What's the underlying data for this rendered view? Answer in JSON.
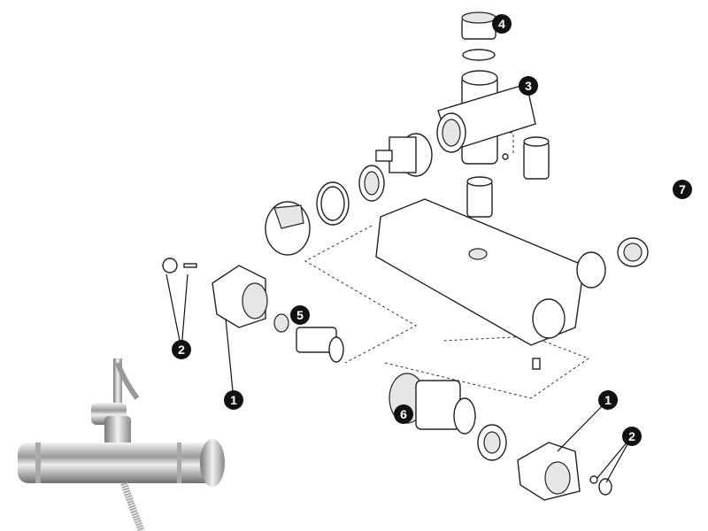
{
  "diagram": {
    "callouts": [
      {
        "id": "c4",
        "label": "4"
      },
      {
        "id": "c3",
        "label": "3"
      },
      {
        "id": "c7",
        "label": "7"
      },
      {
        "id": "c5",
        "label": "5"
      },
      {
        "id": "c2a",
        "label": "2"
      },
      {
        "id": "c1a",
        "label": "1"
      },
      {
        "id": "c6",
        "label": "6"
      },
      {
        "id": "c1b",
        "label": "1"
      },
      {
        "id": "c2b",
        "label": "2"
      }
    ]
  }
}
